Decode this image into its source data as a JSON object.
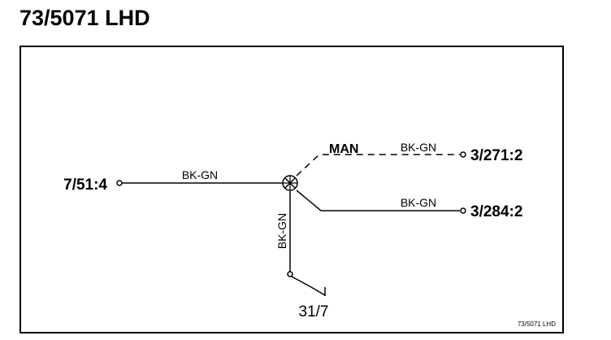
{
  "page": {
    "title": "73/5071 LHD"
  },
  "diagram": {
    "footer_ref": "73/5071  LHD",
    "splice": {
      "name": "splice-point"
    },
    "connectors": {
      "left": "7/51:4",
      "top_right": "3/271:2",
      "bottom_right": "3/284:2",
      "ground": "31/7"
    },
    "wires": {
      "left": "BK-GN",
      "top_right": "BK-GN",
      "bottom_right": "BK-GN",
      "ground": "BK-GN"
    },
    "option_label": "MAN",
    "colors": {
      "line": "#000000",
      "background": "#ffffff"
    }
  }
}
